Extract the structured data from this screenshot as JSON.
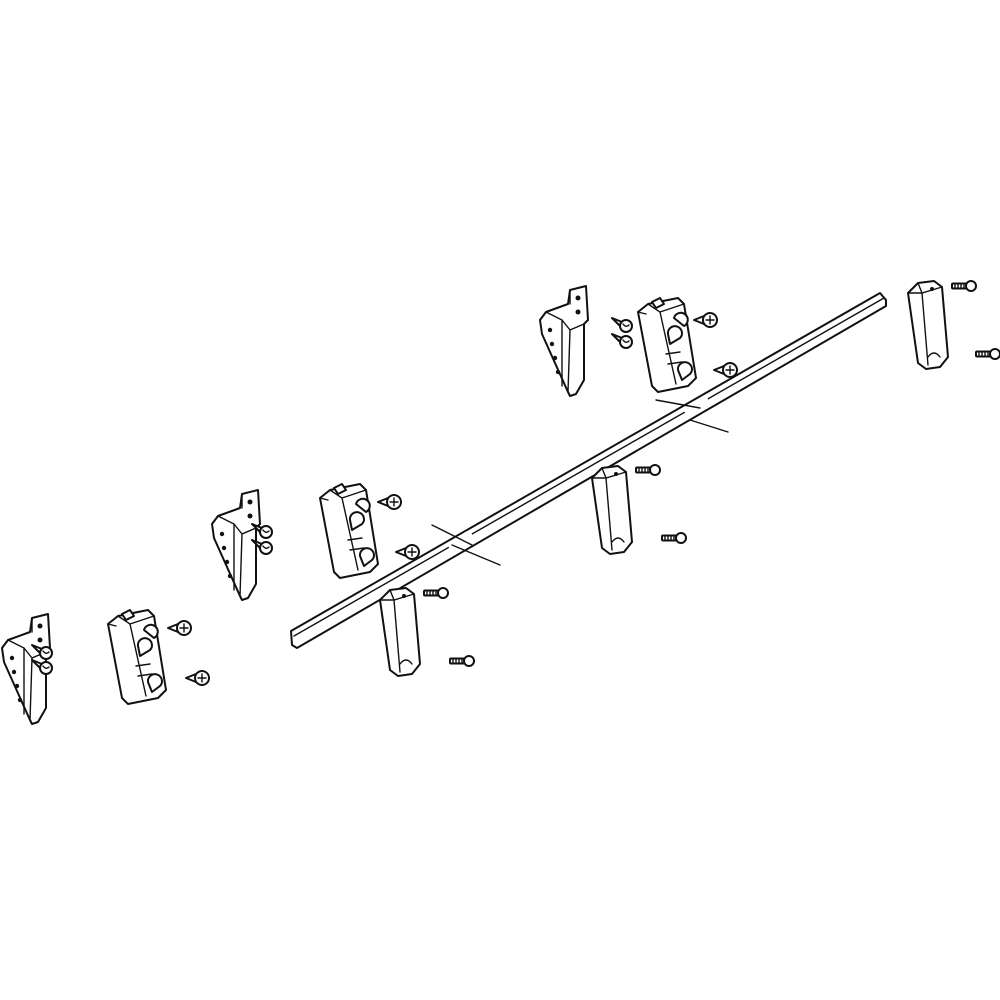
{
  "colors": {
    "line": "#111111",
    "fill": "#ffffff",
    "background": "#ffffff"
  },
  "parts": [
    {
      "kind": "rail",
      "count": 1,
      "breaks": 2
    },
    {
      "kind": "angle-bracket",
      "count": 3
    },
    {
      "kind": "hinge-block",
      "count": 3
    },
    {
      "kind": "channel-clip",
      "count": 3
    },
    {
      "kind": "self-tapping-screw",
      "count": 6
    },
    {
      "kind": "pan-head-screw",
      "count": 6
    },
    {
      "kind": "machine-screw",
      "count": 6
    }
  ]
}
